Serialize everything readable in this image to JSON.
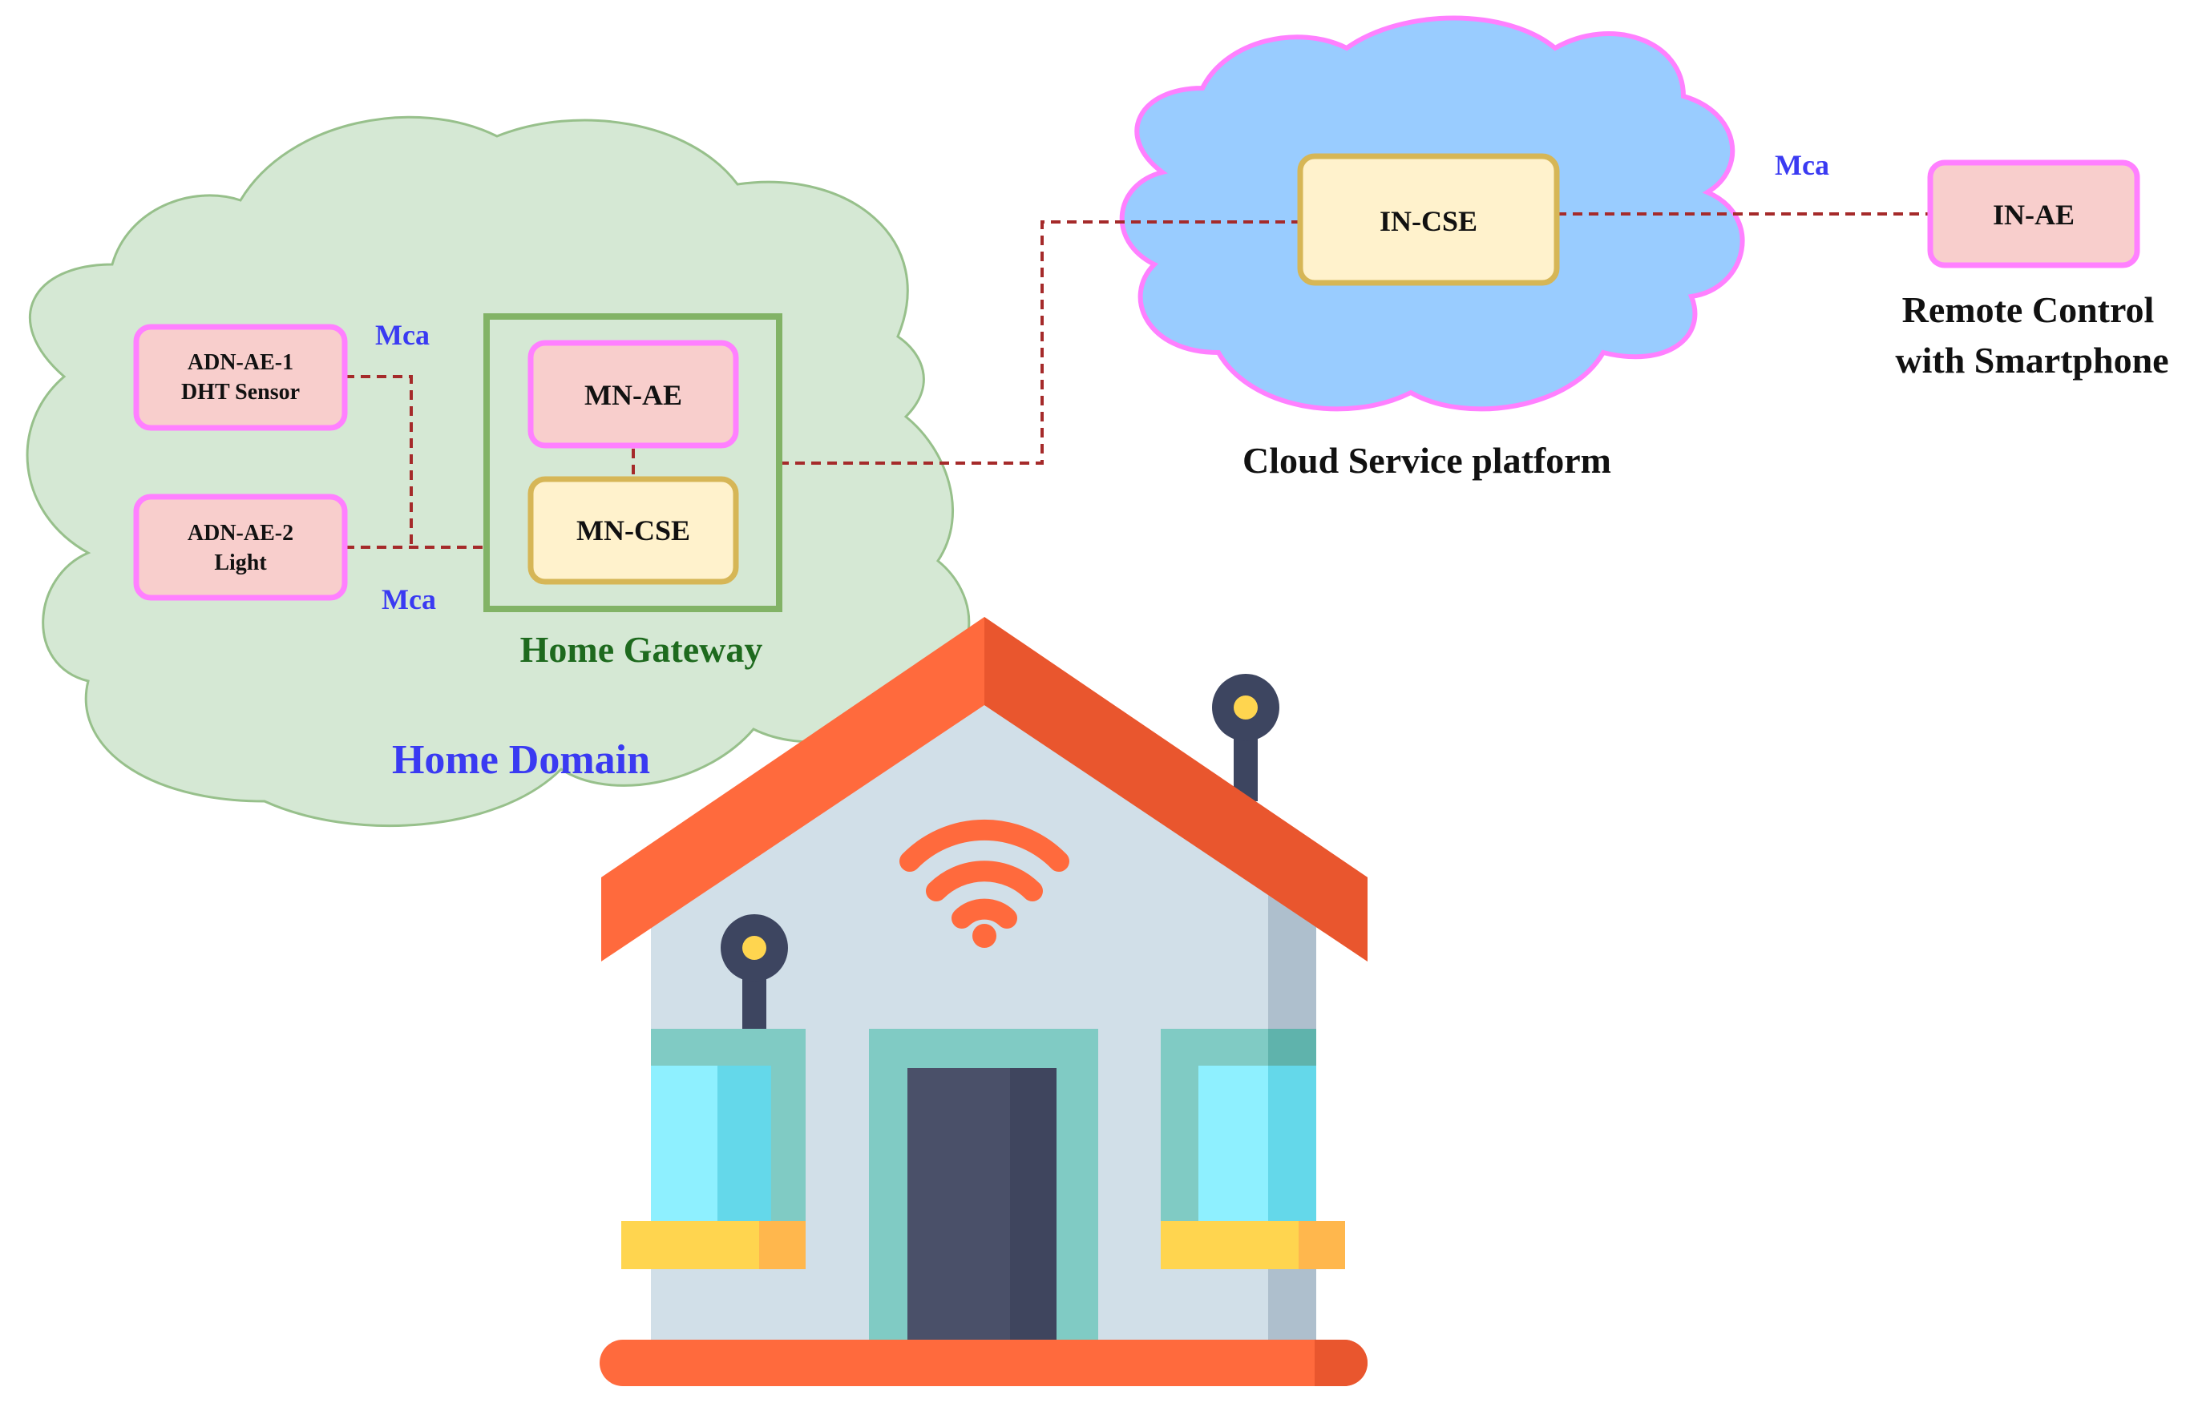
{
  "home_domain": {
    "label": "Home Domain",
    "cloud_color": "#d5e8d4",
    "label_color": "#3a3af2"
  },
  "home_gateway": {
    "label": "Home Gateway",
    "border_color": "#82b366",
    "label_color": "#1e6a1e"
  },
  "nodes": {
    "adn_ae_1": {
      "line1": "ADN-AE-1",
      "line2": "DHT Sensor"
    },
    "adn_ae_2": {
      "line1": "ADN-AE-2",
      "line2": "Light"
    },
    "mn_ae": {
      "label": "MN-AE"
    },
    "mn_cse": {
      "label": "MN-CSE"
    },
    "in_cse": {
      "label": "IN-CSE"
    },
    "in_ae": {
      "label": "IN-AE"
    }
  },
  "interfaces": {
    "mca_top": "Mca",
    "mca_bottom": "Mca",
    "mca_cloud": "Mca"
  },
  "cloud_service": {
    "label": "Cloud Service platform",
    "cloud_color": "#99ccff",
    "border_color": "#ff80ff"
  },
  "remote": {
    "line1": "Remote Control",
    "line2": "with Smartphone"
  },
  "colors": {
    "ae_fill": "#f8cecc",
    "ae_border": "#ff80ff",
    "cse_fill": "#fff2cc",
    "cse_border": "#d6b656",
    "connector": "#a52a2a",
    "mca_text": "#3a3af2"
  },
  "house_icon": "smart-home-wifi-icon"
}
